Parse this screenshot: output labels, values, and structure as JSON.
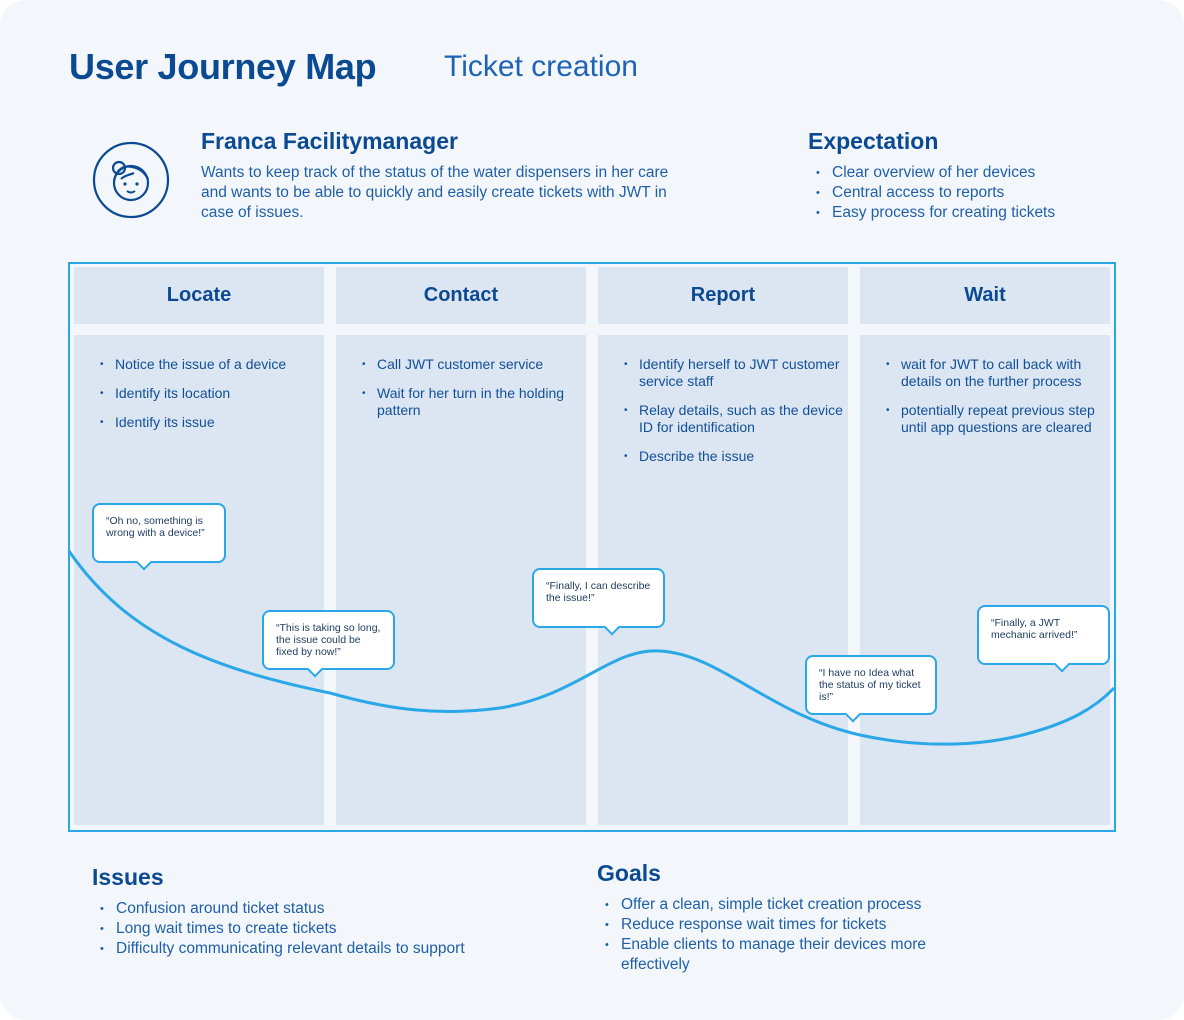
{
  "header": {
    "title": "User Journey Map",
    "subtitle": "Ticket creation"
  },
  "persona": {
    "icon": "user-avatar-icon",
    "name": "Franca Facilitymanager",
    "description": "Wants to keep track of the status of the water dispensers in her care and wants to be able to quickly and easily create tickets with JWT in case of issues."
  },
  "expectation": {
    "title": "Expectation",
    "items": [
      "Clear overview of her devices",
      "Central access to reports",
      "Easy  process for creating tickets"
    ]
  },
  "stages": [
    {
      "name": "Locate",
      "items": [
        "Notice the issue of a device",
        "Identify its location",
        "Identify its issue"
      ]
    },
    {
      "name": "Contact",
      "items": [
        "Call JWT customer service",
        "Wait for her turn in the holding pattern"
      ]
    },
    {
      "name": "Report",
      "items": [
        "Identify herself to JWT customer service staff",
        "Relay details, such as the device ID for identification",
        "Describe the issue"
      ]
    },
    {
      "name": "Wait",
      "items": [
        "wait for JWT to call back with details on the further process",
        "potentially repeat previous step until app questions are cleared"
      ]
    }
  ],
  "quotes": [
    "“Oh no, something is wrong with a device!”",
    "“This is taking so long, the issue could be fixed by now!”",
    "“Finally, I can describe the issue!”",
    "“I have no Idea what the status of my ticket is!”",
    "“Finally, a JWT mechanic arrived!”"
  ],
  "issues": {
    "title": "Issues",
    "items": [
      "Confusion around ticket status",
      "Long wait times to create tickets",
      "Difficulty communicating relevant details to support"
    ]
  },
  "goals": {
    "title": "Goals",
    "items": [
      "Offer a clean, simple ticket creation process",
      "Reduce response wait times for tickets",
      "Enable clients to manage their devices more effectively"
    ]
  },
  "colors": {
    "primary": "#0b4a92",
    "text": "#1f5fa8",
    "accent": "#2aa7e6",
    "panel": "#dbe6f2",
    "background": "#f3f7fb"
  }
}
